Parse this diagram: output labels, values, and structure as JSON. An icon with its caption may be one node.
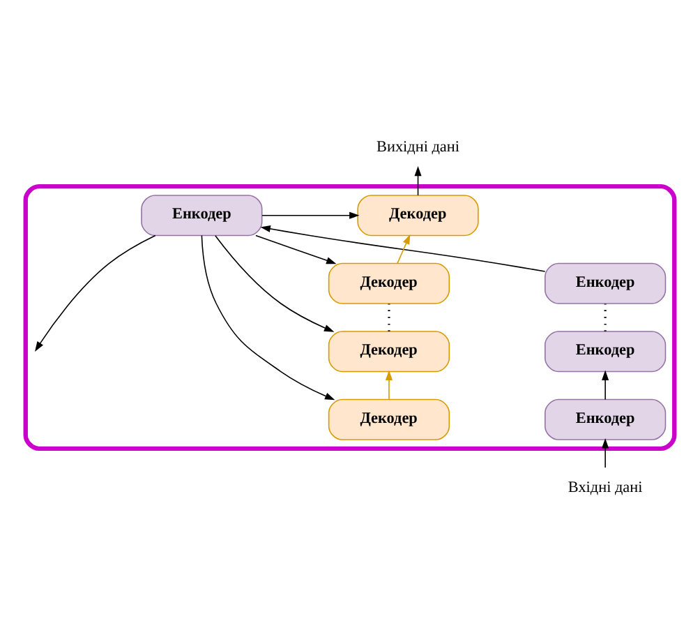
{
  "diagram": {
    "nodes": [
      {
        "text": [],
        "shape": "box"
      },
      {
        "text": [
          "Вихідні дані"
        ]
      },
      {
        "text": [
          "Енкодер"
        ],
        "in": 0
      },
      {
        "text": [
          "Декодер"
        ],
        "in": 0
      },
      {
        "text": [
          "Енкодер"
        ],
        "in": 0
      },
      {
        "text": [
          "Декодер"
        ],
        "in": 0
      },
      {
        "text": [
          "Енкодер"
        ],
        "in": 0
      },
      {
        "text": [
          "Декодер"
        ],
        "in": 0
      },
      {
        "text": [
          "Енкодер"
        ],
        "in": 0
      },
      {
        "text": [
          "Декодер"
        ],
        "in": 0
      },
      {
        "text": [
          "Вхідні дані"
        ]
      }
    ],
    "edges": [
      {
        "from": 10,
        "to": 8,
        "arrow": "to"
      },
      {
        "from": 8,
        "to": 6,
        "arrow": "to"
      },
      {
        "from": 6,
        "to": 4,
        "arrow": "none",
        "style": "dashed"
      },
      {
        "from": 4,
        "to": 2,
        "arrow": "to"
      },
      {
        "from": 2,
        "to": 3,
        "arrow": "to"
      },
      {
        "from": 2,
        "to": 5,
        "arrow": "to"
      },
      {
        "from": 2,
        "to": null,
        "arrow": "to"
      },
      {
        "from": 2,
        "to": 7,
        "arrow": "to"
      },
      {
        "from": 2,
        "to": 9,
        "arrow": "to"
      },
      {
        "from": 9,
        "to": 7,
        "arrow": "to",
        "color": "#d79b00"
      },
      {
        "from": 7,
        "to": 5,
        "arrow": "none",
        "style": "dashed"
      },
      {
        "from": 5,
        "to": 3,
        "arrow": "to",
        "color": "#d79b00"
      },
      {
        "from": 3,
        "to": 1,
        "arrow": "to"
      }
    ]
  }
}
